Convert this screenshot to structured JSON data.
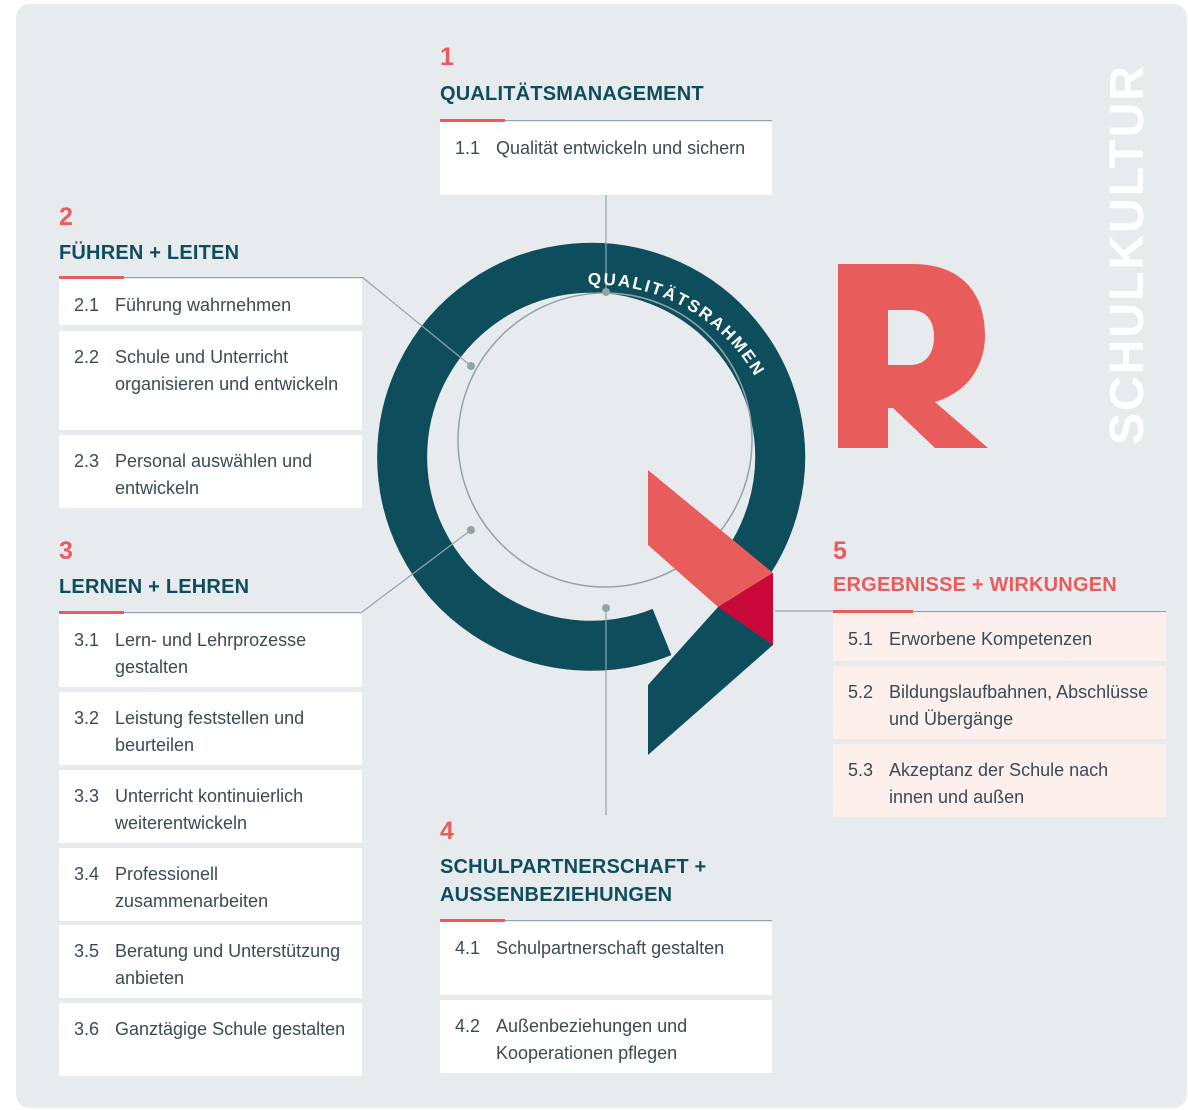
{
  "side_title": "SCHULKULTUR",
  "ring_text": "QUALITÄTSRAHMEN",
  "logo_letter": "R",
  "colors": {
    "teal": "#0e4e5c",
    "coral": "#e85d5b",
    "crimson": "#c9083a",
    "panel": "#e8ebee"
  },
  "sections": {
    "s1": {
      "number": "1",
      "title": "QUALITÄTSMANAGEMENT",
      "items": [
        {
          "num": "1.1",
          "text": "Qualität entwickeln und sichern"
        }
      ]
    },
    "s2": {
      "number": "2",
      "title": "FÜHREN + LEITEN",
      "items": [
        {
          "num": "2.1",
          "text": "Führung wahrnehmen"
        },
        {
          "num": "2.2",
          "text": "Schule und Unterricht organisieren und entwickeln"
        },
        {
          "num": "2.3",
          "text": "Personal auswählen und entwickeln"
        }
      ]
    },
    "s3": {
      "number": "3",
      "title": "LERNEN + LEHREN",
      "items": [
        {
          "num": "3.1",
          "text": "Lern- und Lehrprozesse gestalten"
        },
        {
          "num": "3.2",
          "text": "Leistung feststellen und beurteilen"
        },
        {
          "num": "3.3",
          "text": "Unterricht kontinuierlich weiterentwickeln"
        },
        {
          "num": "3.4",
          "text": "Professionell zusammenarbeiten"
        },
        {
          "num": "3.5",
          "text": "Beratung und Unterstützung anbieten"
        },
        {
          "num": "3.6",
          "text": "Ganztägige Schule gestalten"
        }
      ]
    },
    "s4": {
      "number": "4",
      "title_line1": "SCHULPARTNERSCHAFT +",
      "title_line2": "AUSSENBEZIEHUNGEN",
      "items": [
        {
          "num": "4.1",
          "text": "Schulpartnerschaft gestalten"
        },
        {
          "num": "4.2",
          "text": "Außenbeziehungen und Kooperationen pflegen"
        }
      ]
    },
    "s5": {
      "number": "5",
      "title": "ERGEBNISSE + WIRKUNGEN",
      "items": [
        {
          "num": "5.1",
          "text": "Erworbene Kompetenzen"
        },
        {
          "num": "5.2",
          "text": "Bildungslaufbahnen, Abschlüsse und Übergänge"
        },
        {
          "num": "5.3",
          "text": "Akzeptanz der Schule nach innen und außen"
        }
      ]
    }
  }
}
